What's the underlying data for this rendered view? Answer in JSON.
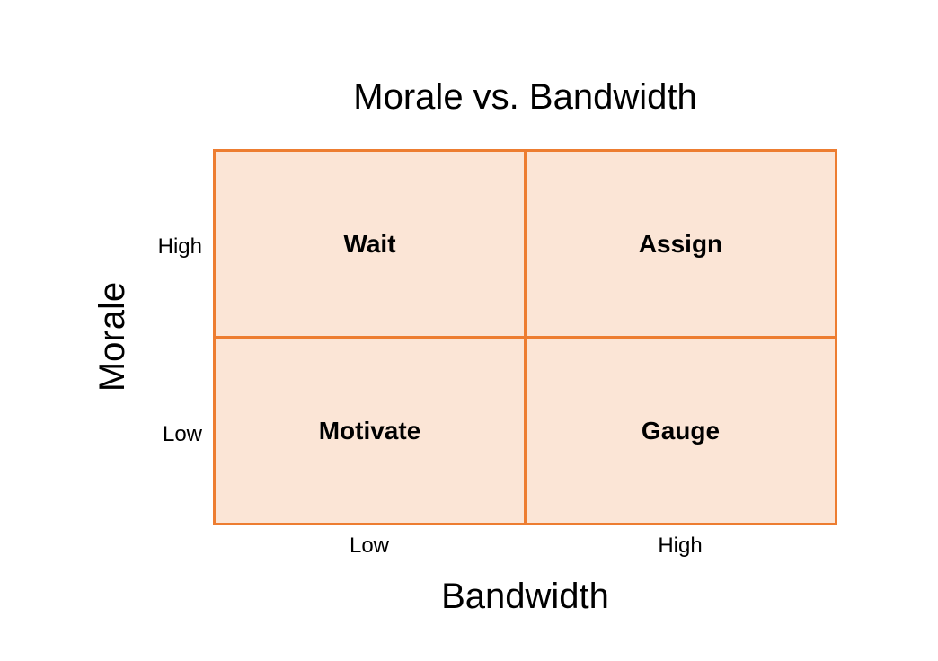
{
  "chart_title": "Morale vs. Bandwidth",
  "matrix": {
    "quadrants": [
      {
        "position": "top-left",
        "label": "Wait"
      },
      {
        "position": "top-right",
        "label": "Assign"
      },
      {
        "position": "bottom-left",
        "label": "Motivate"
      },
      {
        "position": "bottom-right",
        "label": "Gauge"
      }
    ]
  },
  "y_axis": {
    "title": "Morale",
    "high_label": "High",
    "low_label": "Low"
  },
  "x_axis": {
    "title": "Bandwidth",
    "low_label": "Low",
    "high_label": "High"
  },
  "colors": {
    "quadrant_fill": "#FBE5D6",
    "grid_border": "#ED7D31",
    "text": "#000000",
    "background": "#FFFFFF"
  }
}
